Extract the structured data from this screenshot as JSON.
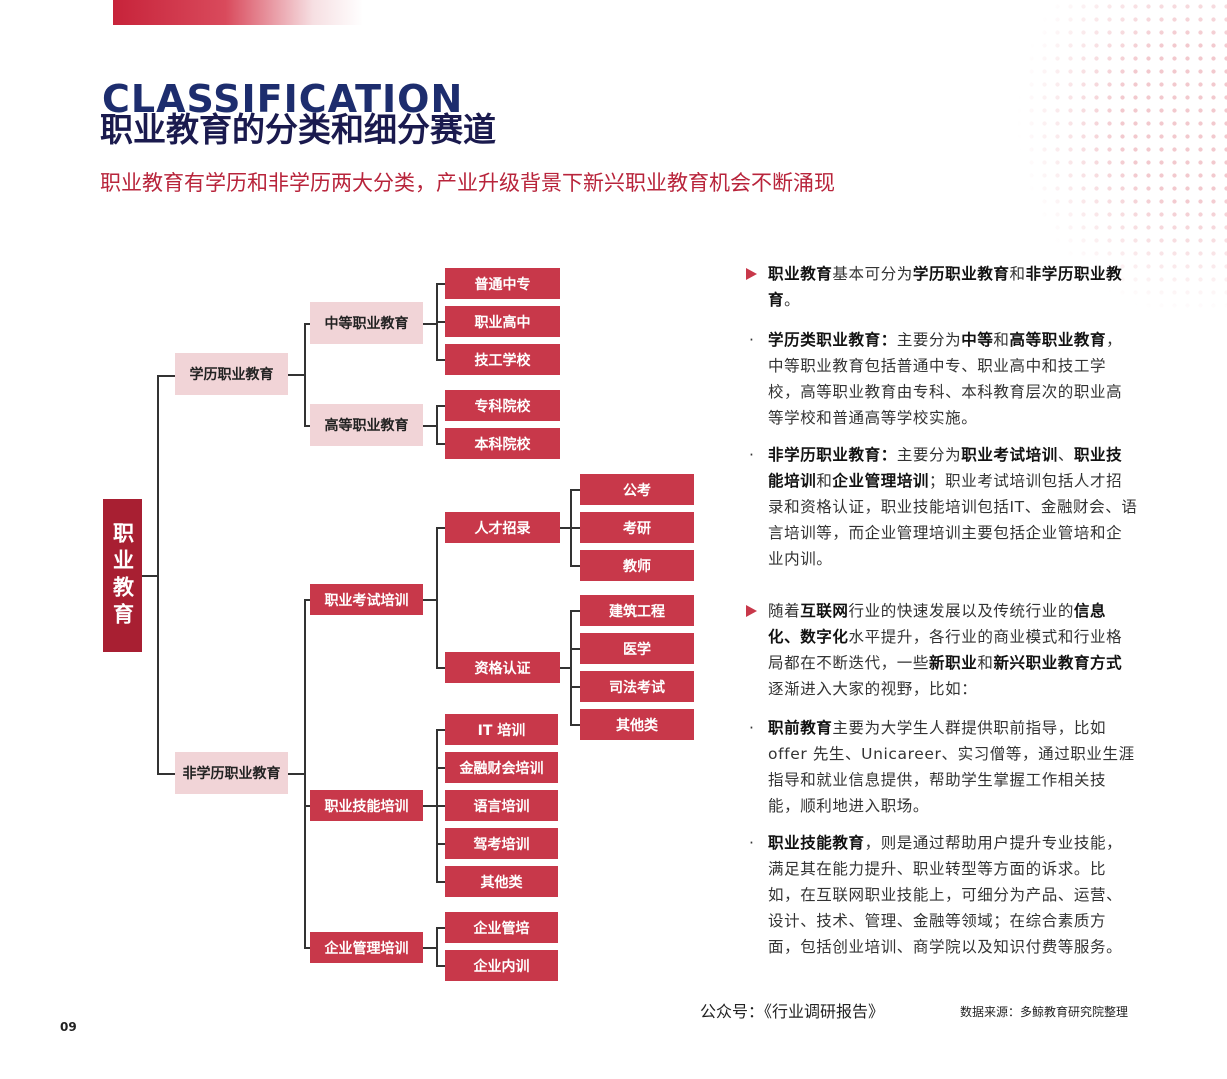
{
  "header": {
    "eng_title": "CLASSIFICATION",
    "cn_title": "职业教育的分类和细分赛道",
    "subtitle": "职业教育有学历和非学历两大分类，产业升级背景下新兴职业教育机会不断涌现"
  },
  "tree": {
    "root": "职业教育",
    "l1": [
      "学历职业教育",
      "非学历职业教育"
    ],
    "l2": [
      "中等职业教育",
      "高等职业教育",
      "职业考试培训",
      "职业技能培训",
      "企业管理培训"
    ],
    "zhongdeng": [
      "普通中专",
      "职业高中",
      "技工学校"
    ],
    "gaodeng": [
      "专科院校",
      "本科院校"
    ],
    "kaoshi": [
      "人才招录",
      "资格认证"
    ],
    "rencai": [
      "公考",
      "考研",
      "教师"
    ],
    "zige": [
      "建筑工程",
      "医学",
      "司法考试",
      "其他类"
    ],
    "jineng": [
      "IT 培训",
      "金融财会培训",
      "语言培训",
      "驾考培训",
      "其他类"
    ],
    "qiye": [
      "企业管培",
      "企业内训"
    ]
  },
  "text": {
    "p1": {
      "t1": "职业教育",
      "t2": "基本可分为",
      "t3": "学历职业教育",
      "t4": "和",
      "t5": "非学历职业教育",
      "t6": "。"
    },
    "p2": {
      "t1": "学历类职业教育：",
      "t2": "主要分为",
      "t3": "中等",
      "t4": "和",
      "t5": "高等职业教育",
      "t6": "，中等职业教育包括普通中专、职业高中和技工学校，高等职业教育由专科、本科教育层次的职业高等学校和普通高等学校实施。"
    },
    "p3": {
      "t1": "非学历职业教育：",
      "t2": "主要分为",
      "t3": "职业考试培训",
      "t4": "、",
      "t5": "职业技能培训",
      "t6": "和",
      "t7": "企业管理培训",
      "t8": "；职业考试培训包括人才招录和资格认证，职业技能培训包括IT、金融财会、语言培训等，而企业管理培训主要包括企业管培和企业内训。"
    },
    "p4": {
      "t1": "随着",
      "t2": "互联网",
      "t3": "行业的快速发展以及传统行业的",
      "t4": "信息化、数字化",
      "t5": "水平提升，各行业的商业模式和行业格局都在不断迭代，一些",
      "t6": "新职业",
      "t7": "和",
      "t8": "新兴职业教育方式",
      "t9": "逐渐进入大家的视野，比如："
    },
    "p5": {
      "t1": "职前教育",
      "t2": "主要为大学生人群提供职前指导，比如 offer 先生、Unicareer、实习僧等，通过职业生涯指导和就业信息提供，帮助学生掌握工作相关技能，顺利地进入职场。"
    },
    "p6": {
      "t1": "职业技能教育",
      "t2": "，则是通过帮助用户提升专业技能，满足其在能力提升、职业转型等方面的诉求。比如，在互联网职业技能上，可细分为产品、运营、设计、技术、管理、金融等领域；在综合素质方面，包括创业培训、商学院以及知识付费等服务。"
    },
    "bullet": "·"
  },
  "footer": {
    "wechat": "公众号：《行业调研报告》",
    "source": "数据来源：多鲸教育研究院整理",
    "page": "09"
  }
}
